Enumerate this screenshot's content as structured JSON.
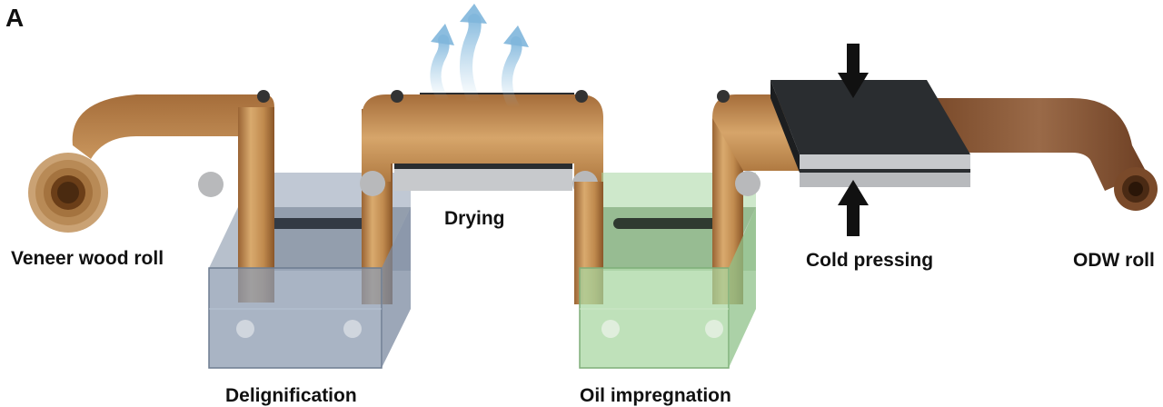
{
  "panel_letter": "A",
  "labels": {
    "veneer": "Veneer wood roll",
    "delignification": "Delignification",
    "drying": "Drying",
    "oil": "Oil impregnation",
    "cold": "Cold pressing",
    "odw": "ODW roll"
  },
  "colors": {
    "wood_light": "#d4a46a",
    "wood_mid": "#b07a42",
    "wood_dark": "#7a4a22",
    "odw_wood": "#8a5a3a",
    "tank_blue": "#8c9bb0",
    "tank_green": "#a6d6a0",
    "press_dark": "#2a2d30",
    "press_plate": "#c7c9cc",
    "roller": "#b8b9bb",
    "vapor": "#9cc8e4"
  }
}
